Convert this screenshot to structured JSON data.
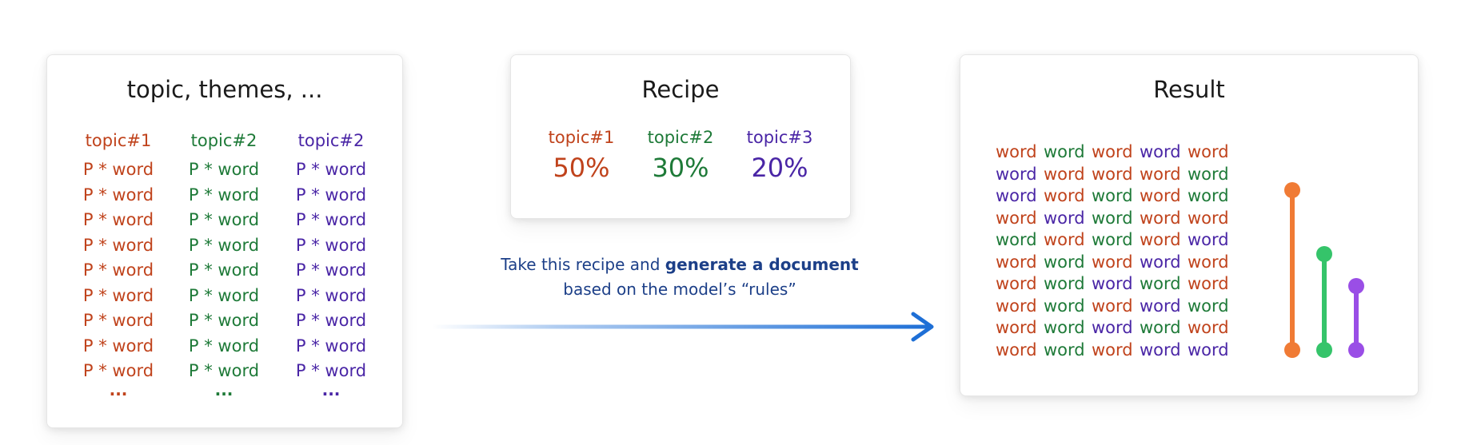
{
  "colors": {
    "topic1": "#c0431c",
    "topic2": "#1e7a38",
    "topic3": "#4a26a6",
    "arrow": "#1e6fd6",
    "caption": "#1c3f88",
    "bar1": "#f07b35",
    "bar2": "#35c46a",
    "bar3": "#9a4ee6"
  },
  "topics_card": {
    "title": "topic, themes, ...",
    "columns": [
      {
        "header": "topic#1",
        "color_key": "topic1",
        "rows": [
          "P * word",
          "P * word",
          "P * word",
          "P * word",
          "P * word",
          "P * word",
          "P * word",
          "P * word",
          "P * word"
        ],
        "more": "..."
      },
      {
        "header": "topic#2",
        "color_key": "topic2",
        "rows": [
          "P * word",
          "P * word",
          "P * word",
          "P * word",
          "P * word",
          "P * word",
          "P * word",
          "P * word",
          "P * word"
        ],
        "more": "..."
      },
      {
        "header": "topic#2",
        "color_key": "topic3",
        "rows": [
          "P * word",
          "P * word",
          "P * word",
          "P * word",
          "P * word",
          "P * word",
          "P * word",
          "P * word",
          "P * word"
        ],
        "more": "..."
      }
    ]
  },
  "recipe_card": {
    "title": "Recipe",
    "items": [
      {
        "topic": "topic#1",
        "percent": "50%",
        "color_key": "topic1"
      },
      {
        "topic": "topic#2",
        "percent": "30%",
        "color_key": "topic2"
      },
      {
        "topic": "topic#3",
        "percent": "20%",
        "color_key": "topic3"
      }
    ]
  },
  "caption": {
    "part1": "Take this recipe and ",
    "bold": "generate a document",
    "line2": "based on the model’s “rules”"
  },
  "result_card": {
    "title": "Result",
    "word": "word",
    "grid": [
      [
        1,
        2,
        1,
        3,
        1
      ],
      [
        3,
        1,
        1,
        1,
        2
      ],
      [
        3,
        1,
        2,
        1,
        2
      ],
      [
        1,
        3,
        2,
        1,
        1
      ],
      [
        2,
        1,
        2,
        1,
        3
      ],
      [
        1,
        2,
        1,
        3,
        1
      ],
      [
        1,
        2,
        3,
        2,
        1
      ],
      [
        1,
        2,
        1,
        3,
        2
      ],
      [
        1,
        2,
        3,
        2,
        1
      ],
      [
        1,
        2,
        1,
        3,
        3
      ]
    ],
    "bars": [
      {
        "color_key": "bar1",
        "value": 0.5
      },
      {
        "color_key": "bar2",
        "value": 0.3
      },
      {
        "color_key": "bar3",
        "value": 0.2
      }
    ]
  }
}
